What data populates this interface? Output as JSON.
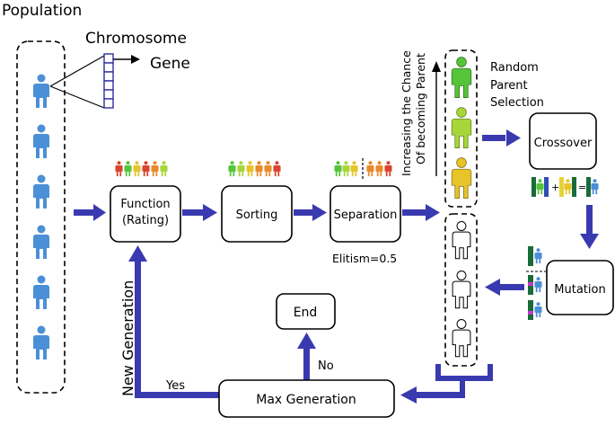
{
  "labels": {
    "population": "Population",
    "chromosome": "Chromosome",
    "gene": "Gene",
    "function_line1": "Function",
    "function_line2": "(Rating)",
    "sorting": "Sorting",
    "separation": "Separation",
    "elitism": "Elitism=0.5",
    "increasing_line1": "Increasing the Chance",
    "increasing_line2": "Of becoming Parent",
    "random_line1": "Random",
    "random_line2": "Parent",
    "random_line3": "Selection",
    "crossover": "Crossover",
    "mutation": "Mutation",
    "end": "End",
    "no": "No",
    "yes": "Yes",
    "max_generation": "Max Generation",
    "new_generation": "New Generation"
  },
  "colors": {
    "arrow": "#3a3ab0",
    "person_blue": "#4b8fd6",
    "person_green": "#55c43a",
    "person_lime": "#a7d63a",
    "person_yellow": "#e6c42a",
    "person_orange": "#e88a2a",
    "person_red": "#d94430",
    "person_white": "#ffffff",
    "gene_dark": "#1a6b3a",
    "gene_yellow": "#e6d23a",
    "gene_blue": "#2f4fb3",
    "gene_magenta": "#c03ad0"
  }
}
